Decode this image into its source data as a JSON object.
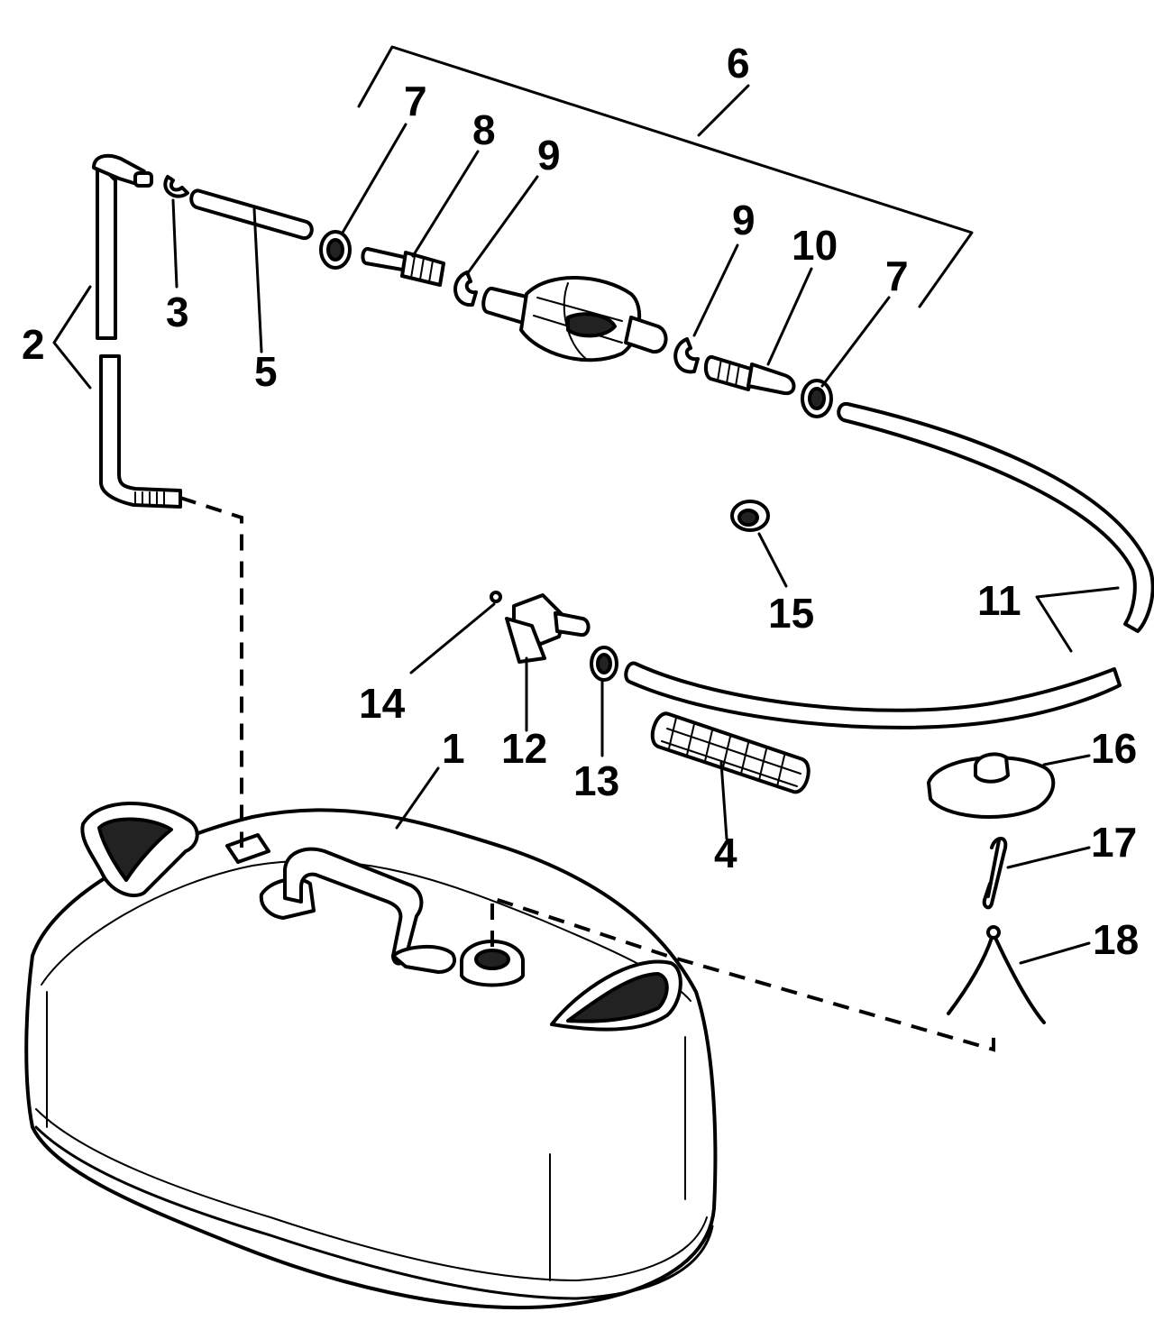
{
  "callouts": {
    "c1": "1",
    "c2": "2",
    "c3": "3",
    "c4": "4",
    "c5": "5",
    "c6": "6",
    "c7a": "7",
    "c7b": "7",
    "c8": "8",
    "c9a": "9",
    "c9b": "9",
    "c10": "10",
    "c11": "11",
    "c12": "12",
    "c13": "13",
    "c14": "14",
    "c15": "15",
    "c16": "16",
    "c17": "17",
    "c18": "18"
  }
}
